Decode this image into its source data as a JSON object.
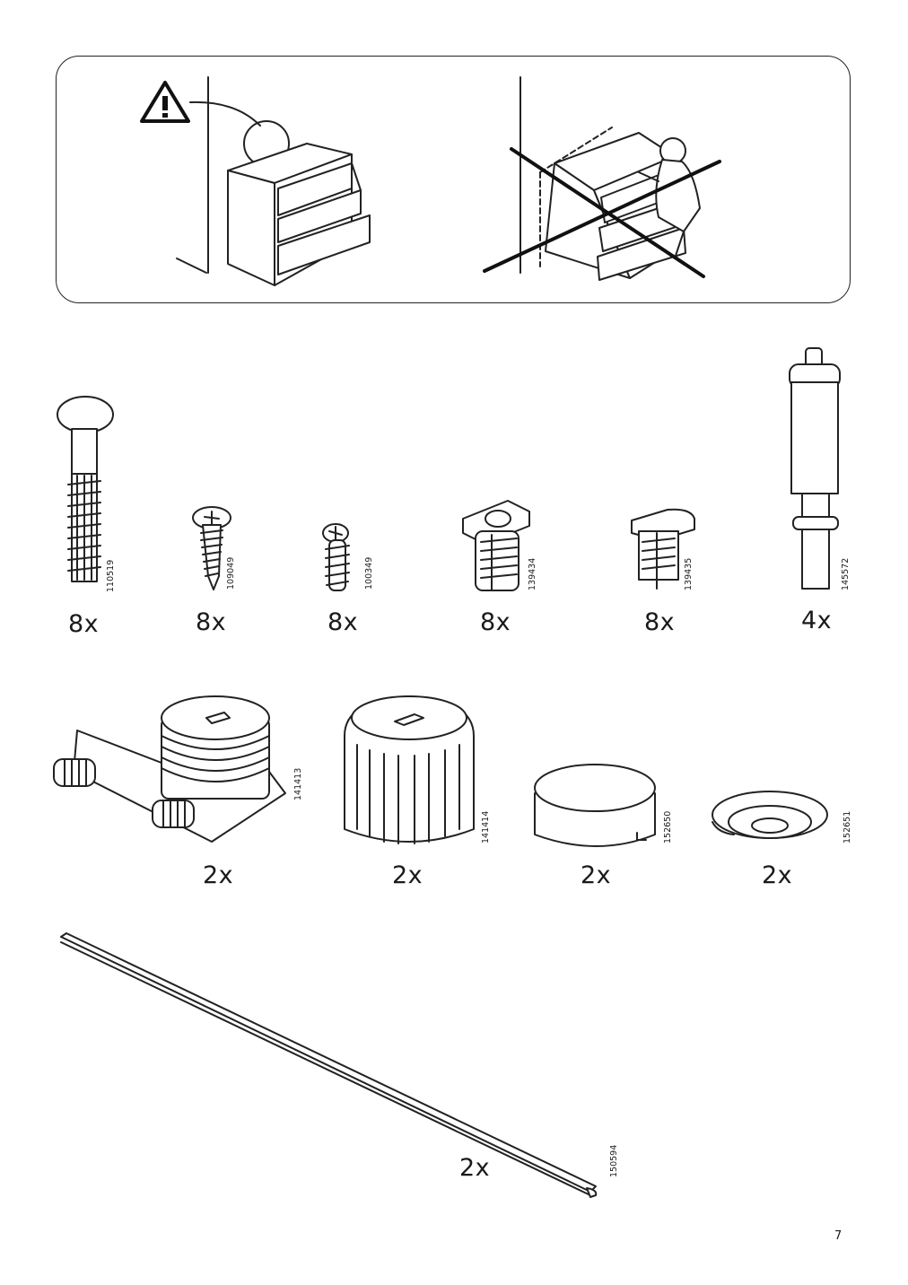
{
  "warning_panel": {
    "icons": [
      "warning-triangle-icon"
    ]
  },
  "parts": [
    {
      "code": "110519",
      "qty": "8x"
    },
    {
      "code": "109049",
      "qty": "8x"
    },
    {
      "code": "100349",
      "qty": "8x"
    },
    {
      "code": "139434",
      "qty": "8x"
    },
    {
      "code": "139435",
      "qty": "8x"
    },
    {
      "code": "145572",
      "qty": "4x"
    },
    {
      "code": "141413",
      "qty": "2x"
    },
    {
      "code": "141414",
      "qty": "2x"
    },
    {
      "code": "152650",
      "qty": "2x"
    },
    {
      "code": "152651",
      "qty": "2x"
    },
    {
      "code": "150594",
      "qty": "2x"
    }
  ],
  "page_number": "7"
}
